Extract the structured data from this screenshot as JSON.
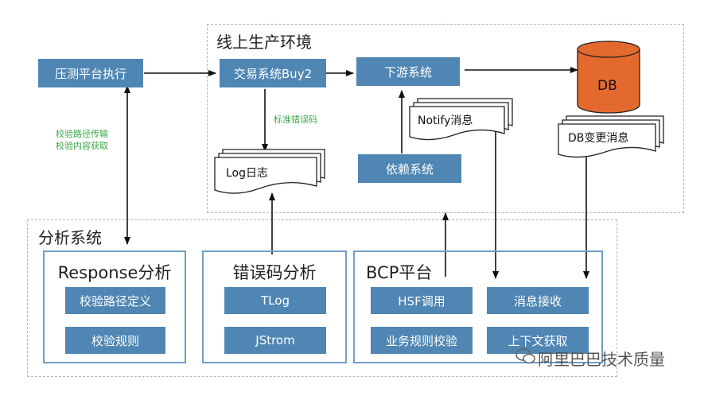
{
  "regions": {
    "production": "线上生产环境",
    "analysis": "分析系统"
  },
  "nodes": {
    "pressure_test": "压测平台执行",
    "trade_system": "交易系统Buy2",
    "downstream": "下游系统",
    "db": "DB",
    "dependency": "依赖系统"
  },
  "documents": {
    "log": "Log日志",
    "notify": "Notify消息",
    "db_change": "DB变更消息"
  },
  "edge_labels": {
    "standard_error_code": "标准错误码",
    "check_path_transfer": "校验路径传输",
    "check_content_fetch": "校验内容获取"
  },
  "panels": {
    "response": {
      "title": "Response分析",
      "items": [
        "校验路径定义",
        "校验规则"
      ]
    },
    "error_code": {
      "title": "错误码分析",
      "items": [
        "TLog",
        "JStrom"
      ]
    },
    "bcp": {
      "title": "BCP平台",
      "items": [
        "HSF调用",
        "消息接收",
        "业务规则校验",
        "上下文获取"
      ]
    }
  },
  "watermark": "阿里巴巴技术质量",
  "colors": {
    "box_blue": "#4f86b3",
    "panel_border": "#6f9fc6",
    "db_orange": "#e4692e",
    "label_green": "#3aa84a",
    "dashed_border": "#b5b5b5"
  }
}
